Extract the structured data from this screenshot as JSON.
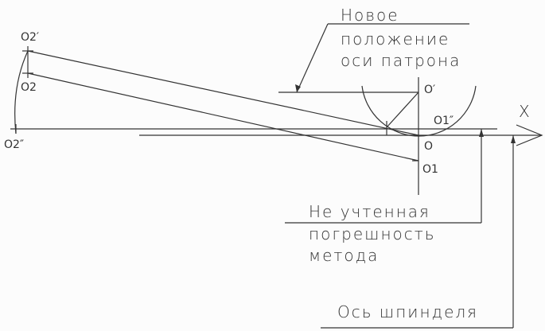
{
  "diagram": {
    "type": "technical-drawing",
    "colors": {
      "line": "#333333",
      "background": "#fcfcfc"
    },
    "axis_label": "X",
    "points": {
      "O_prime": "O′",
      "O": "O",
      "O1": "O1",
      "O1_double_prime": "O1″",
      "O2_prime": "O2′",
      "O2": "O2",
      "O2_double_prime": "O2″"
    },
    "callouts": {
      "new_chuck_axis": [
        "Новое",
        "положение",
        "оси патрона"
      ],
      "unaccounted_error": [
        "Не учтенная",
        "погрешность",
        "метода"
      ],
      "spindle_axis": [
        "Ось шпинделя"
      ]
    }
  }
}
